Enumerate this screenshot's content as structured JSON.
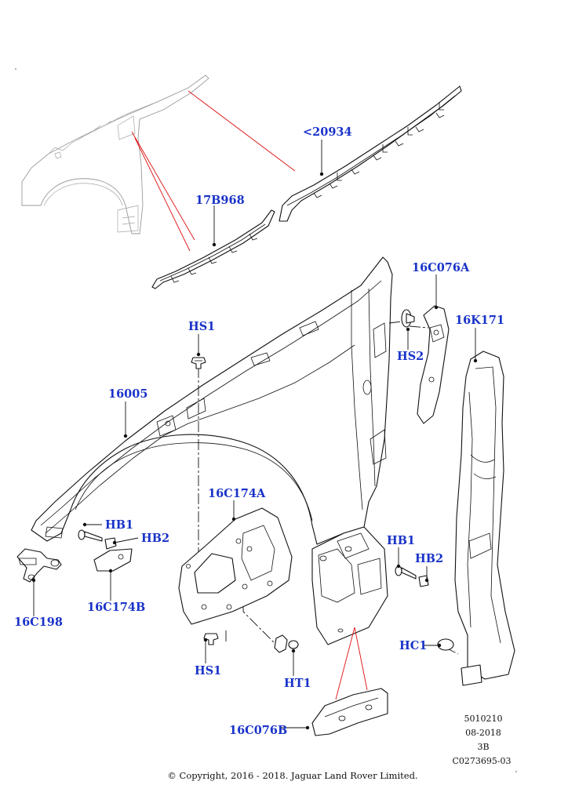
{
  "callouts": {
    "c20934": "<20934",
    "c17B968": "17B968",
    "c16C076A": "16C076A",
    "c16K171": "16K171",
    "cHS1_top": "HS1",
    "cHS2": "HS2",
    "c16005": "16005",
    "c16C174A": "16C174A",
    "cHB1_left": "HB1",
    "cHB2_left": "HB2",
    "cHB1_right": "HB1",
    "cHB2_right": "HB2",
    "c16C198": "16C198",
    "c16C174B": "16C174B",
    "cHS1_bottom": "HS1",
    "cHT1": "HT1",
    "cHC1": "HC1",
    "c16C076B": "16C076B"
  },
  "meta": {
    "line1": "5010210",
    "line2": "08-2018",
    "line3": "3B",
    "line4": "C0273695-03"
  },
  "copyright": "© Copyright, 2016 - 2018. Jaguar Land Rover Limited."
}
